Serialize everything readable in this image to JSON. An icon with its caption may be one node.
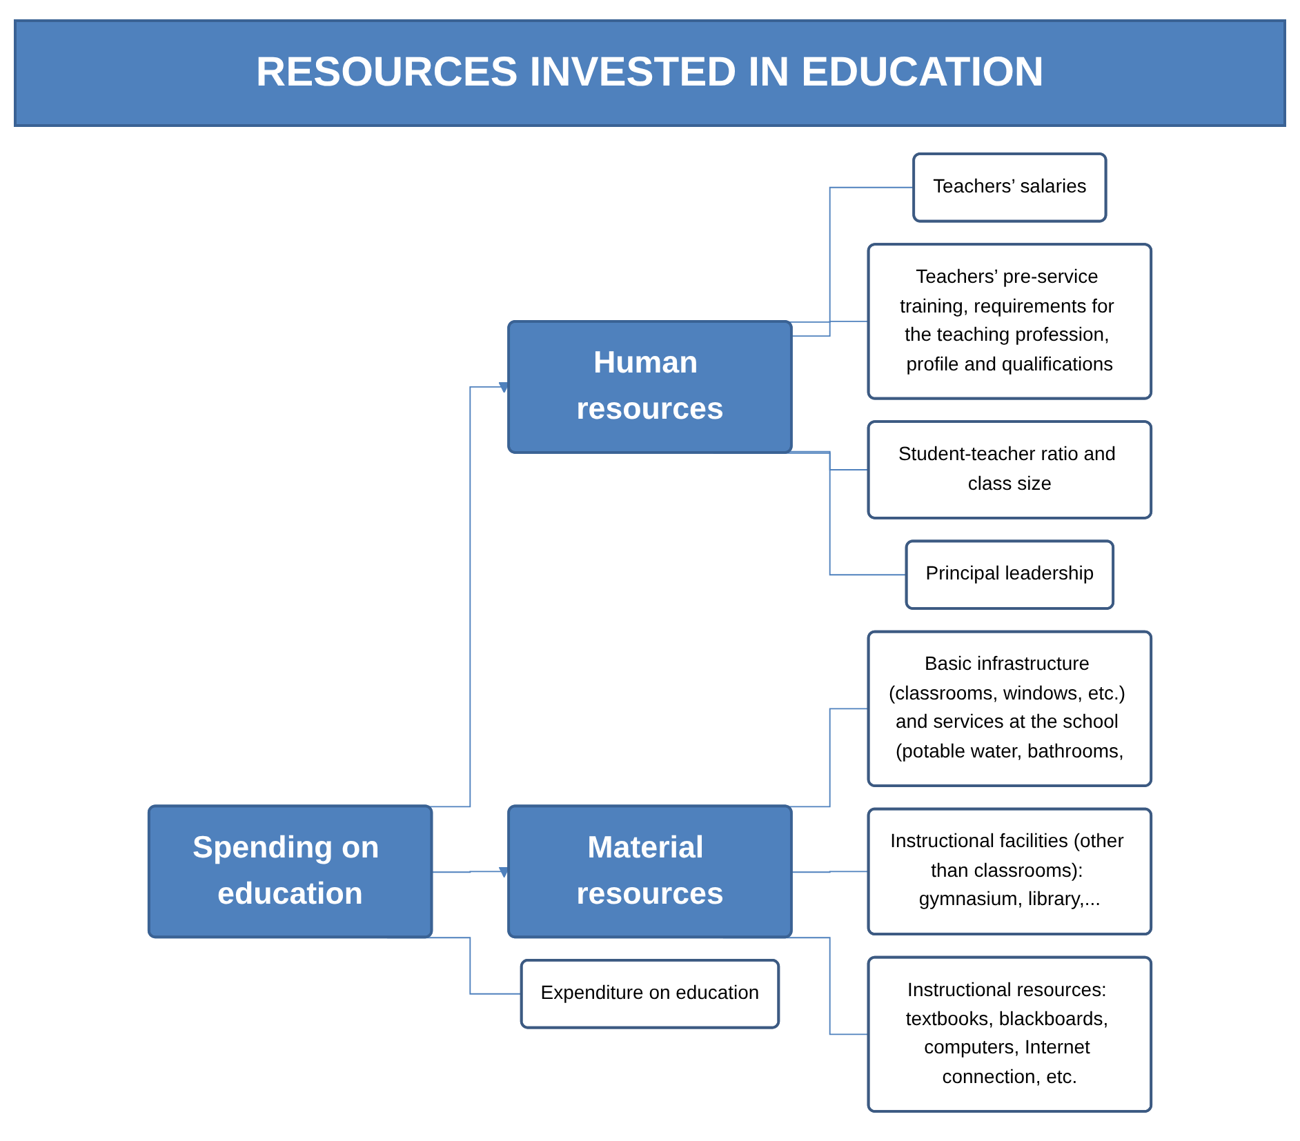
{
  "diagram": {
    "title": "RESOURCES INVESTED IN EDUCATION",
    "nodes": [
      {
        "text": [
          "Spending on education"
        ]
      },
      {
        "text": [
          "Human resources"
        ]
      },
      {
        "text": [
          "Material resources"
        ]
      },
      {
        "text": [
          "Expenditure on education"
        ]
      },
      {
        "text": [
          "Teachers’ salaries"
        ]
      },
      {
        "text": [
          "Teachers’ pre-service training, requirements for the teaching profession, profile and qualifications"
        ]
      },
      {
        "text": [
          "Student-teacher ratio and class size"
        ]
      },
      {
        "text": [
          "Principal leadership"
        ]
      },
      {
        "text": [
          "Basic infrastructure (classrooms, windows, etc.) and services at the school (potable water, bathrooms,"
        ]
      },
      {
        "text": [
          "Instructional facilities (other than classrooms): gymnasium, library,..."
        ]
      },
      {
        "text": [
          "Instructional resources: textbooks, blackboards, computers, Internet connection, etc."
        ]
      }
    ],
    "edges": [
      {
        "from": 0,
        "to": 1,
        "arrow": "to"
      },
      {
        "from": 0,
        "to": 2,
        "arrow": "to"
      },
      {
        "from": 0,
        "to": 3,
        "arrow": "none"
      },
      {
        "from": 1,
        "to": 4,
        "arrow": "none"
      },
      {
        "from": 1,
        "to": 5,
        "arrow": "none"
      },
      {
        "from": 1,
        "to": 6,
        "arrow": "none"
      },
      {
        "from": 1,
        "to": 7,
        "arrow": "none"
      },
      {
        "from": 2,
        "to": 8,
        "arrow": "none"
      },
      {
        "from": 2,
        "to": 9,
        "arrow": "none"
      },
      {
        "from": 2,
        "to": 10,
        "arrow": "none"
      }
    ]
  }
}
